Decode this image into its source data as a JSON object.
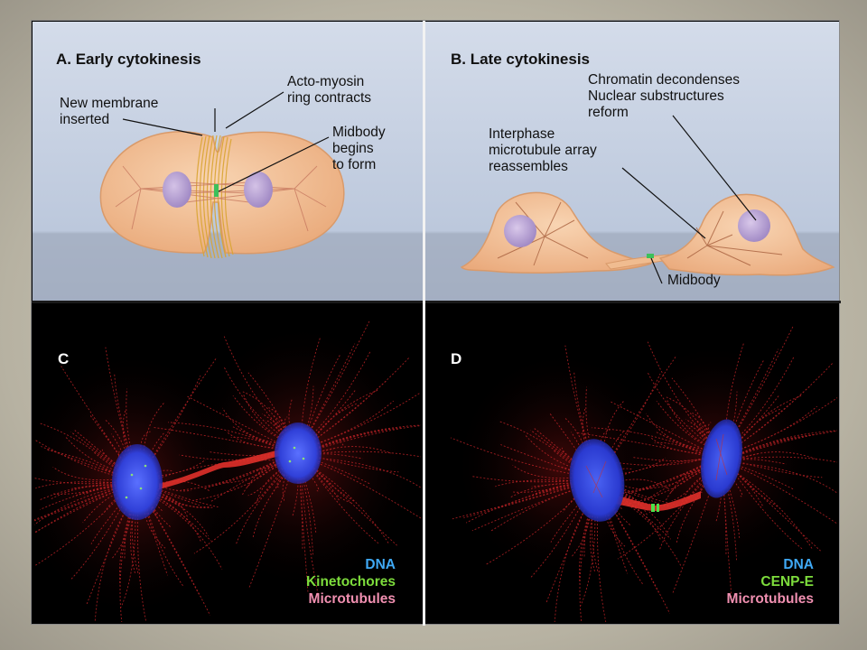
{
  "panels": {
    "a": {
      "title": "A. Early cytokinesis",
      "labels": {
        "new_membrane": "New membrane\ninserted",
        "ring": "Acto-myosin\nring contracts",
        "midbody": "Midbody\nbegins\nto form"
      }
    },
    "b": {
      "title": "B. Late cytokinesis",
      "labels": {
        "chromatin": "Chromatin decondenses\nNuclear substructures\nreform",
        "interphase": "Interphase\nmicrotubule array\nreassembles",
        "midbody": "Midbody"
      }
    },
    "c": {
      "letter": "C",
      "legend": [
        "DNA",
        "Kinetochores",
        "Microtubules"
      ]
    },
    "d": {
      "letter": "D",
      "legend": [
        "DNA",
        "CENP-E",
        "Microtubules"
      ]
    }
  },
  "colors": {
    "panel_bg": "#c8d2e4",
    "cell_fill": "#f3c39a",
    "nucleus": "#b8a0d0",
    "legend_dna": "#3fa9f5",
    "legend_marker": "#7ddc3c",
    "legend_microtubules": "#f08fb0",
    "microtubule_red": "#d0262a",
    "dna_blue": "#3048d8"
  }
}
